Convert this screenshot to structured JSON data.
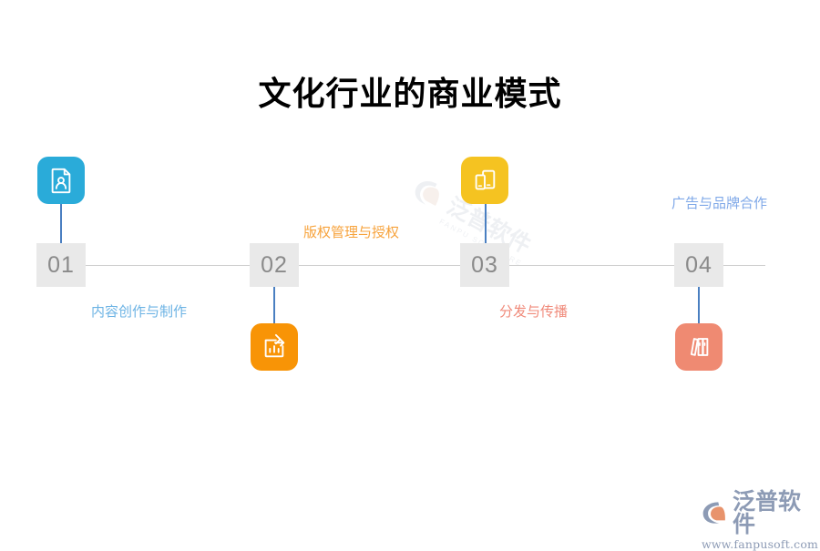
{
  "page": {
    "title": "文化行业的商业模式",
    "background_color": "#ffffff",
    "rail_color": "#cfcfcf",
    "stem_color": "#4a7fc1",
    "number_box_bg": "#e9e9e9",
    "number_box_text_color": "#8a8a8a"
  },
  "diagram": {
    "type": "timeline",
    "orientation": "horizontal",
    "steps": [
      {
        "number": "01",
        "caption": "内容创作与制作",
        "caption_color": "#6cb3e4",
        "icon_name": "document-person-icon",
        "icon_color": "#2aabd9",
        "icon_position": "above",
        "caption_position": "below"
      },
      {
        "number": "02",
        "caption": "版权管理与授权",
        "caption_color": "#f7a33c",
        "icon_name": "bar-chart-arrow-icon",
        "icon_color": "#f89406",
        "icon_position": "below",
        "caption_position": "above"
      },
      {
        "number": "03",
        "caption": "分发与传播",
        "caption_color": "#f08a7a",
        "icon_name": "devices-icon",
        "icon_color": "#f5c321",
        "icon_position": "above",
        "caption_position": "below"
      },
      {
        "number": "04",
        "caption": "广告与品牌合作",
        "caption_color": "#7fa8e8",
        "icon_name": "books-icon",
        "icon_color": "#ef8a72",
        "icon_position": "below",
        "caption_position": "above"
      }
    ]
  },
  "watermark": {
    "main": "泛普软件",
    "sub": "FANPU SOFTWARE"
  },
  "logo": {
    "name": "泛普软件",
    "url": "www.fanpusoft.com",
    "text_color": "#8d9bb5",
    "accent_color": "#e8936c"
  }
}
